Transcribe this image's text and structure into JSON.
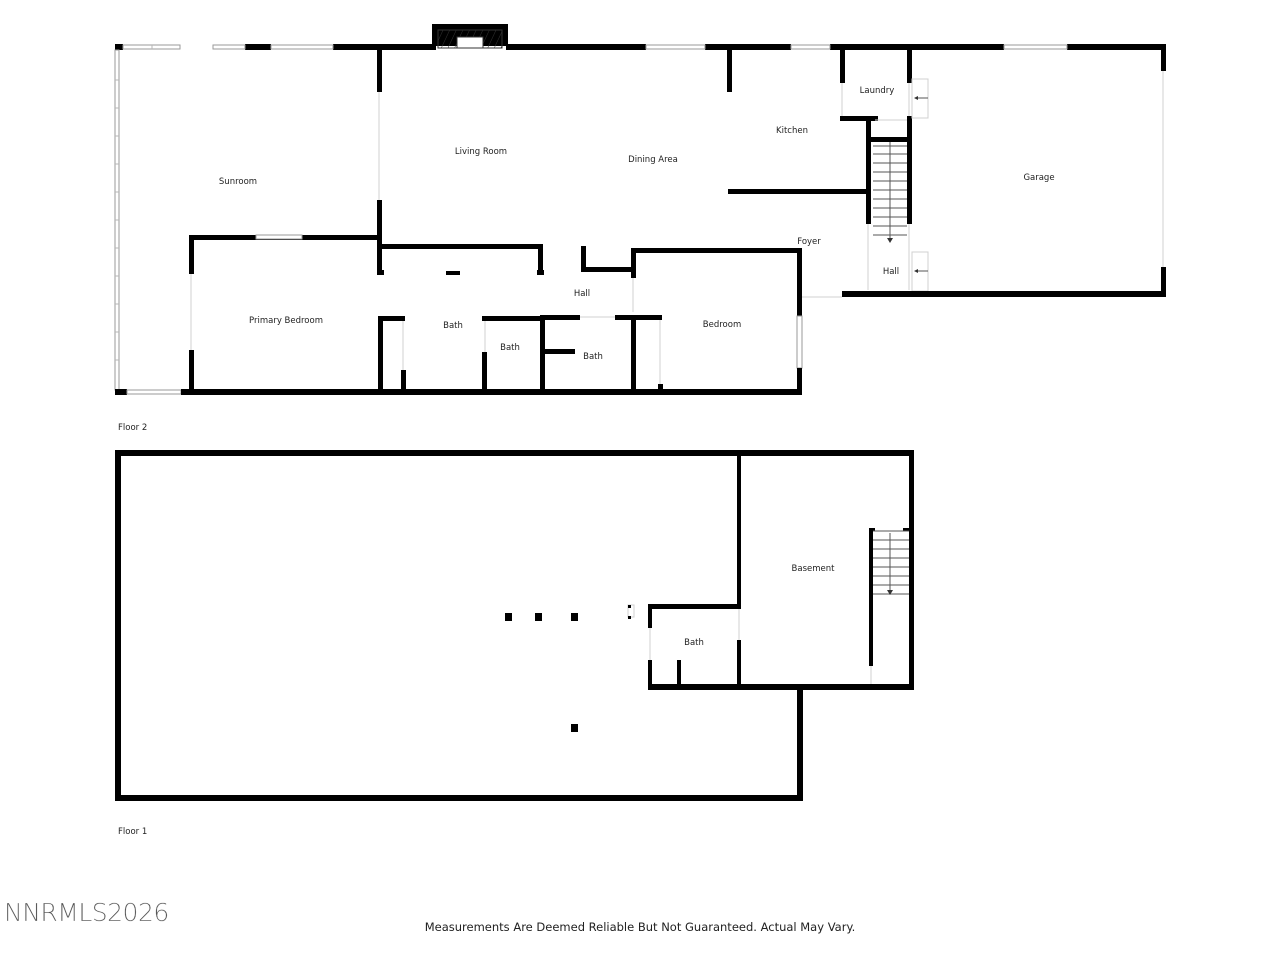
{
  "floor_plan": {
    "floors": [
      {
        "label": "Floor 2",
        "rooms": [
          {
            "name": "Sunroom"
          },
          {
            "name": "Living Room"
          },
          {
            "name": "Dining Area"
          },
          {
            "name": "Kitchen"
          },
          {
            "name": "Laundry"
          },
          {
            "name": "Garage"
          },
          {
            "name": "Foyer"
          },
          {
            "name": "Hall"
          },
          {
            "name": "Primary Bedroom"
          },
          {
            "name": "Bath"
          },
          {
            "name": "Bath"
          },
          {
            "name": "Hall"
          },
          {
            "name": "Bath"
          },
          {
            "name": "Bedroom"
          }
        ]
      },
      {
        "label": "Floor 1",
        "rooms": [
          {
            "name": "Basement"
          },
          {
            "name": "Bath"
          }
        ]
      }
    ],
    "watermark": "NNRMLS2026",
    "disclaimer": "Measurements Are Deemed Reliable But Not Guaranteed. Actual May Vary.",
    "colors": {
      "wall": "#000000",
      "background": "#ffffff",
      "text": "#222222",
      "window": "#9a9a9a"
    }
  }
}
